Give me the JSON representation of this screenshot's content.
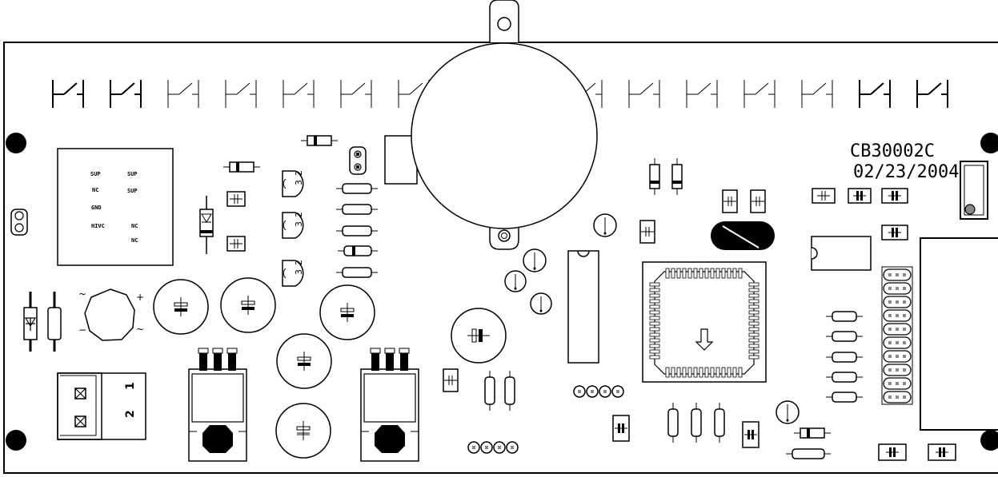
{
  "board": {
    "part_number": "CB30002C",
    "date": "02/23/2004"
  },
  "power_block": {
    "labels": [
      "SUP",
      "SUP",
      "NC",
      "SUP",
      "GND",
      "HIVC",
      "NC",
      "NC"
    ]
  },
  "terminal_block": {
    "pin_1": "1",
    "pin_2": "2"
  },
  "bridge_rectifier": {
    "ac_mark_top": "~",
    "ac_mark_bottom": "~",
    "minus_mark": "−",
    "plus_mark": "+"
  },
  "transistors": {
    "pins": [
      "2",
      "3"
    ]
  },
  "colors": {
    "ink": "#000000",
    "paper": "#ffffff",
    "gray": "#888888"
  }
}
